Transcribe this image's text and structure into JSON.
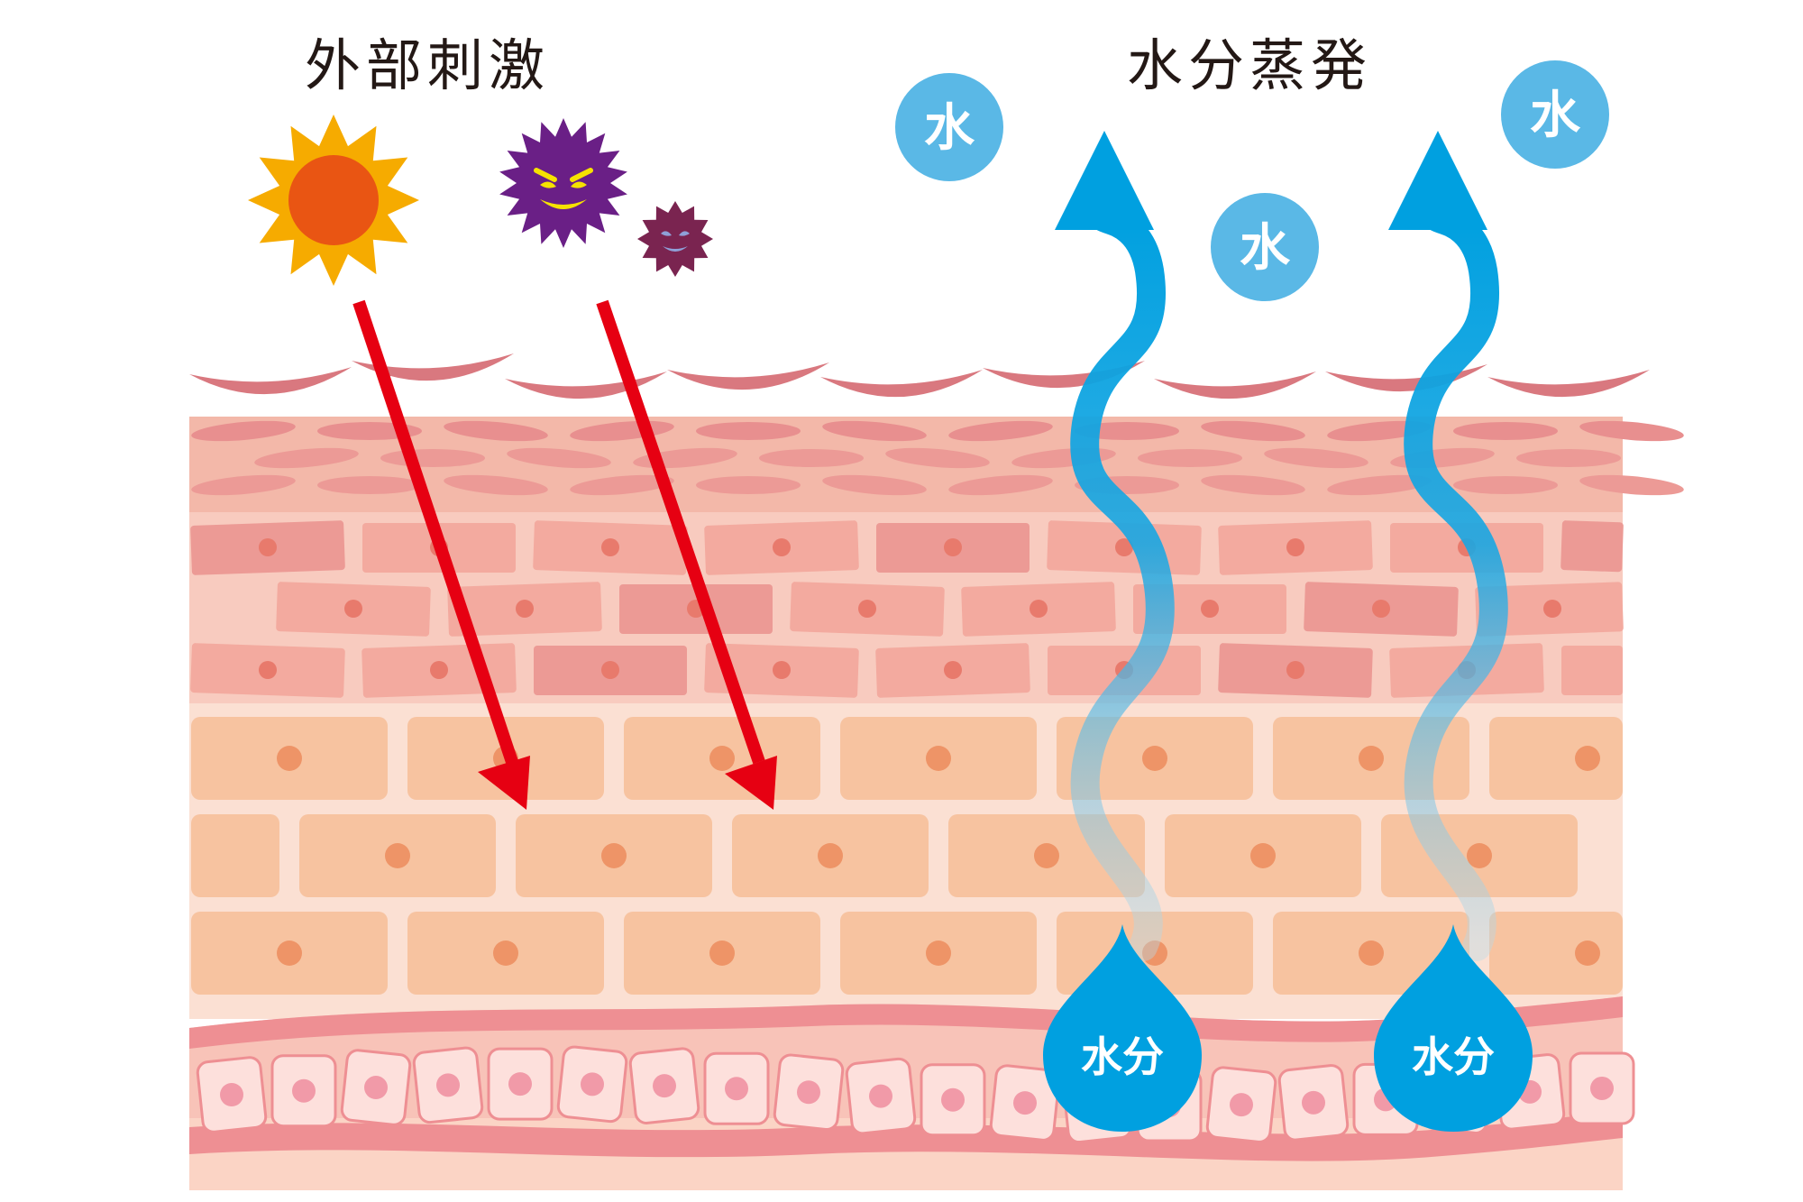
{
  "titles": {
    "external": "外部刺激",
    "evaporation": "水分蒸発"
  },
  "bubbles": [
    {
      "label": "水"
    },
    {
      "label": "水"
    },
    {
      "label": "水"
    }
  ],
  "drops": [
    {
      "label": "水分"
    },
    {
      "label": "水分"
    }
  ],
  "colors": {
    "arrow_red": "#e60012",
    "water_blue": "#00a0e0",
    "bubble_blue": "#5ab8e6",
    "sun_orange": "#e95513",
    "sun_rays": "#f6ab00",
    "virus_purple": "#6a1f86",
    "virus_dark": "#7a2450",
    "horny_layer": "#d9787f",
    "granular_layer": "#f3b8a9",
    "spinous_layer": "#fbd4c5",
    "basal_layer": "#f0a0a0"
  },
  "icons": [
    "sun-icon",
    "virus-icon",
    "small-virus-icon",
    "red-arrow-icon",
    "water-arrow-icon",
    "water-drop-icon"
  ]
}
